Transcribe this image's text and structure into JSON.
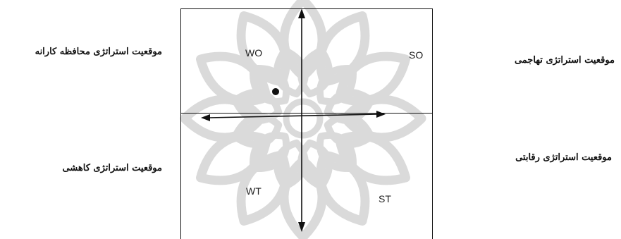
{
  "quadrants": {
    "wo": "WO",
    "so": "SO",
    "wt": "WT",
    "st": "ST"
  },
  "side_labels": {
    "top_left": "موقعیت استراتژی محافظه کارانه",
    "top_right": "موقعیت استراتژی تهاجمی",
    "bottom_left": "موقعیت استراتژی کاهشی",
    "bottom_right": "موقعیت استراتژی رقابتی"
  },
  "colors": {
    "watermark": "#d6d6d6",
    "lines": "#111111",
    "point": "#111111"
  },
  "watermark_icon": "ornamental-star-watermark-icon"
}
